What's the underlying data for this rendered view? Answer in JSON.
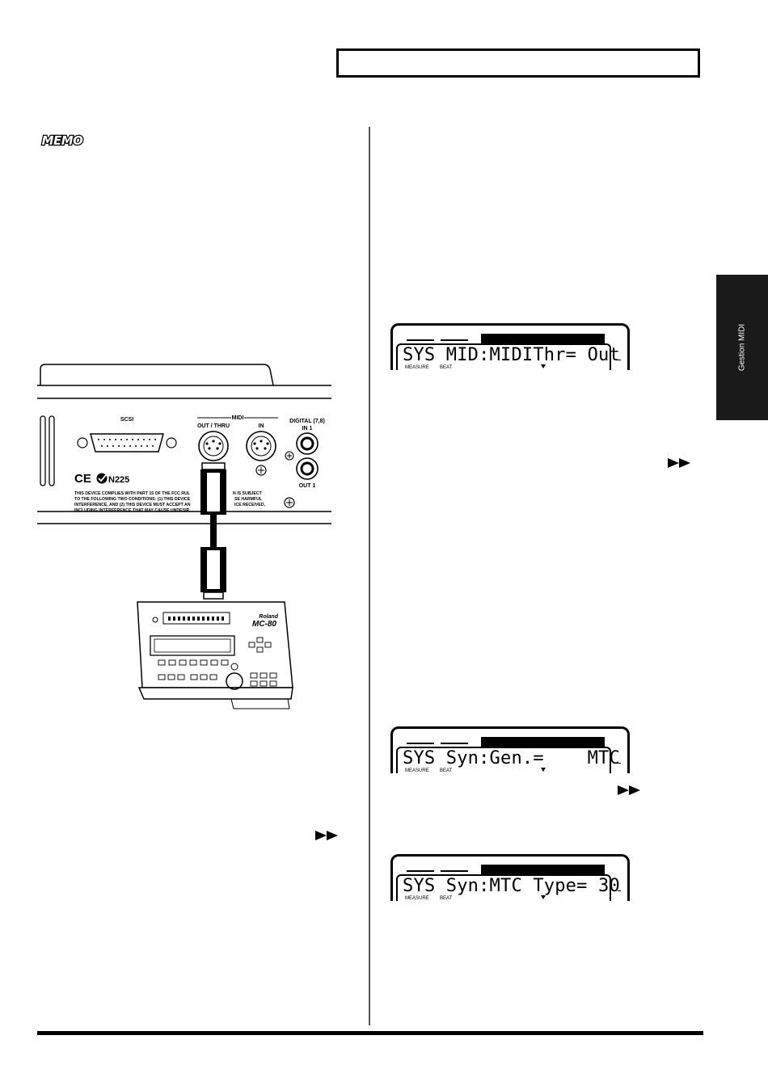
{
  "header": {
    "title": ""
  },
  "side_tab": {
    "label": "Gestion MIDI"
  },
  "memo": {
    "label": "MEMO"
  },
  "rear_panel": {
    "scsi_label": "SCSI",
    "midi_label": "MIDI",
    "out_thru_label": "OUT / THRU",
    "in_label": "IN",
    "digital_label": "DIGITAL (7,8)",
    "digital_in_label": "IN 1",
    "digital_out_label": "OUT 1",
    "cert_label": "N225",
    "fcc_line1": "THIS DEVICE COMPLIES WITH PART 15 OF THE FCC RUL",
    "fcc_line1b": "N IS SUBJECT",
    "fcc_line2": "TO THE FOLLOWING TWO CONDITIONS: (1) THIS DEVICE",
    "fcc_line2b": "SE HARMFUL",
    "fcc_line3": "INTERFERENCE, AND (2) THIS DEVICE MUST ACCEPT AN",
    "fcc_line3b": "ICE RECEIVED,",
    "fcc_line4": "INCLUDING INTERFERENCE THAT MAY CAUSE UNDESIR"
  },
  "device": {
    "brand": "Roland",
    "model": "MC-80"
  },
  "lcd_displays": [
    {
      "text": "SYS MID:MIDIThr= Out",
      "measure_label": "MEASURE",
      "beat_label": "BEAT"
    },
    {
      "text": "SYS Syn:Gen.=    MTC",
      "measure_label": "MEASURE",
      "beat_label": "BEAT"
    },
    {
      "text": "SYS Syn:MTC Type= 30",
      "measure_label": "MEASURE",
      "beat_label": "BEAT"
    }
  ],
  "icons": [
    "memo-icon",
    "fast-forward-icon",
    "rear-panel-illustration",
    "lcd-display"
  ]
}
